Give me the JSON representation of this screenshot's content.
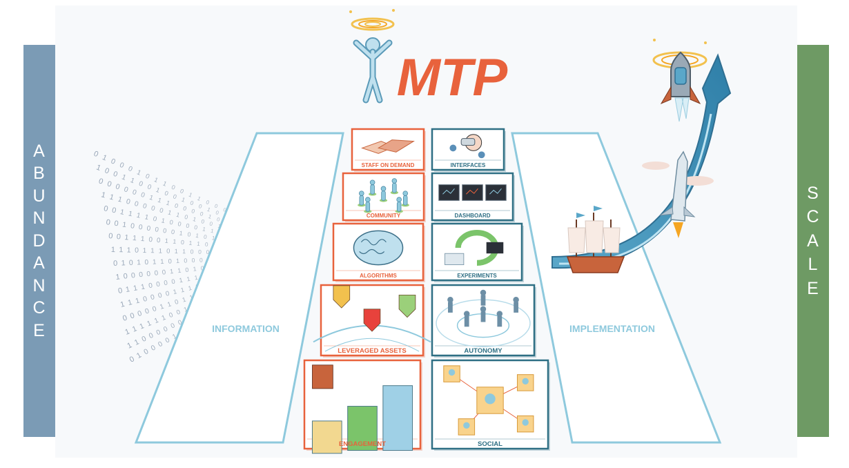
{
  "left_bar": {
    "label": "ABUNDANCE",
    "color": "#7b9bb5"
  },
  "right_bar": {
    "label": "SCALE",
    "color": "#6e9a64"
  },
  "title": "MTP",
  "left_panel_label": "INFORMATION",
  "right_panel_label": "IMPLEMENTATION",
  "left_column": {
    "color": "#e8623c",
    "items": [
      {
        "label": "STAFF ON DEMAND",
        "icon": "handshake-icon"
      },
      {
        "label": "COMMUNITY",
        "icon": "community-icon"
      },
      {
        "label": "ALGORITHMS",
        "icon": "brain-icon"
      },
      {
        "label": "LEVERAGED ASSETS",
        "icon": "map-pins-icon"
      },
      {
        "label": "ENGAGEMENT",
        "icon": "bar-blocks-icon"
      }
    ]
  },
  "right_column": {
    "color": "#2e6f84",
    "items": [
      {
        "label": "INTERFACES",
        "icon": "vr-headset-icon"
      },
      {
        "label": "DASHBOARD",
        "icon": "monitors-icon"
      },
      {
        "label": "EXPERIMENTS",
        "icon": "cycle-icon"
      },
      {
        "label": "AUTONOMY",
        "icon": "people-network-icon"
      },
      {
        "label": "SOCIAL",
        "icon": "social-graph-icon"
      }
    ]
  },
  "colors": {
    "title": "#e8623c",
    "panel_stroke": "#8ec9dd",
    "panel_label": "#8ec9dd",
    "arrow": "#3f8fb4"
  }
}
